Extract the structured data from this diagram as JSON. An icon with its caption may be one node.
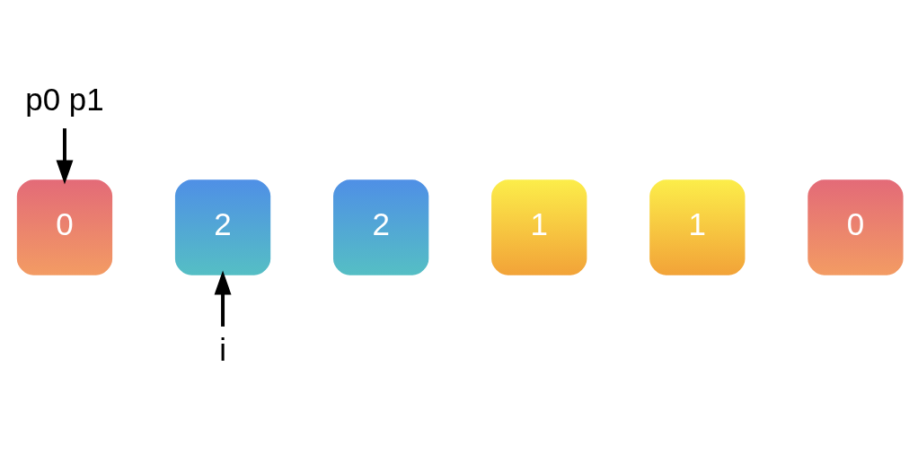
{
  "diagram": {
    "nodes": [
      {
        "text": [
          "p0 p1"
        ]
      },
      {
        "text": [
          "0"
        ]
      },
      {
        "text": [
          "2"
        ]
      },
      {
        "text": [
          "2"
        ]
      },
      {
        "text": [
          "1"
        ]
      },
      {
        "text": [
          "1"
        ]
      },
      {
        "text": [
          "0"
        ]
      },
      {
        "text": [
          "i"
        ]
      }
    ],
    "edges": [
      {
        "from": 0,
        "to": 1,
        "arrow": "to"
      },
      {
        "from": 7,
        "to": 2,
        "arrow": "to"
      }
    ]
  }
}
